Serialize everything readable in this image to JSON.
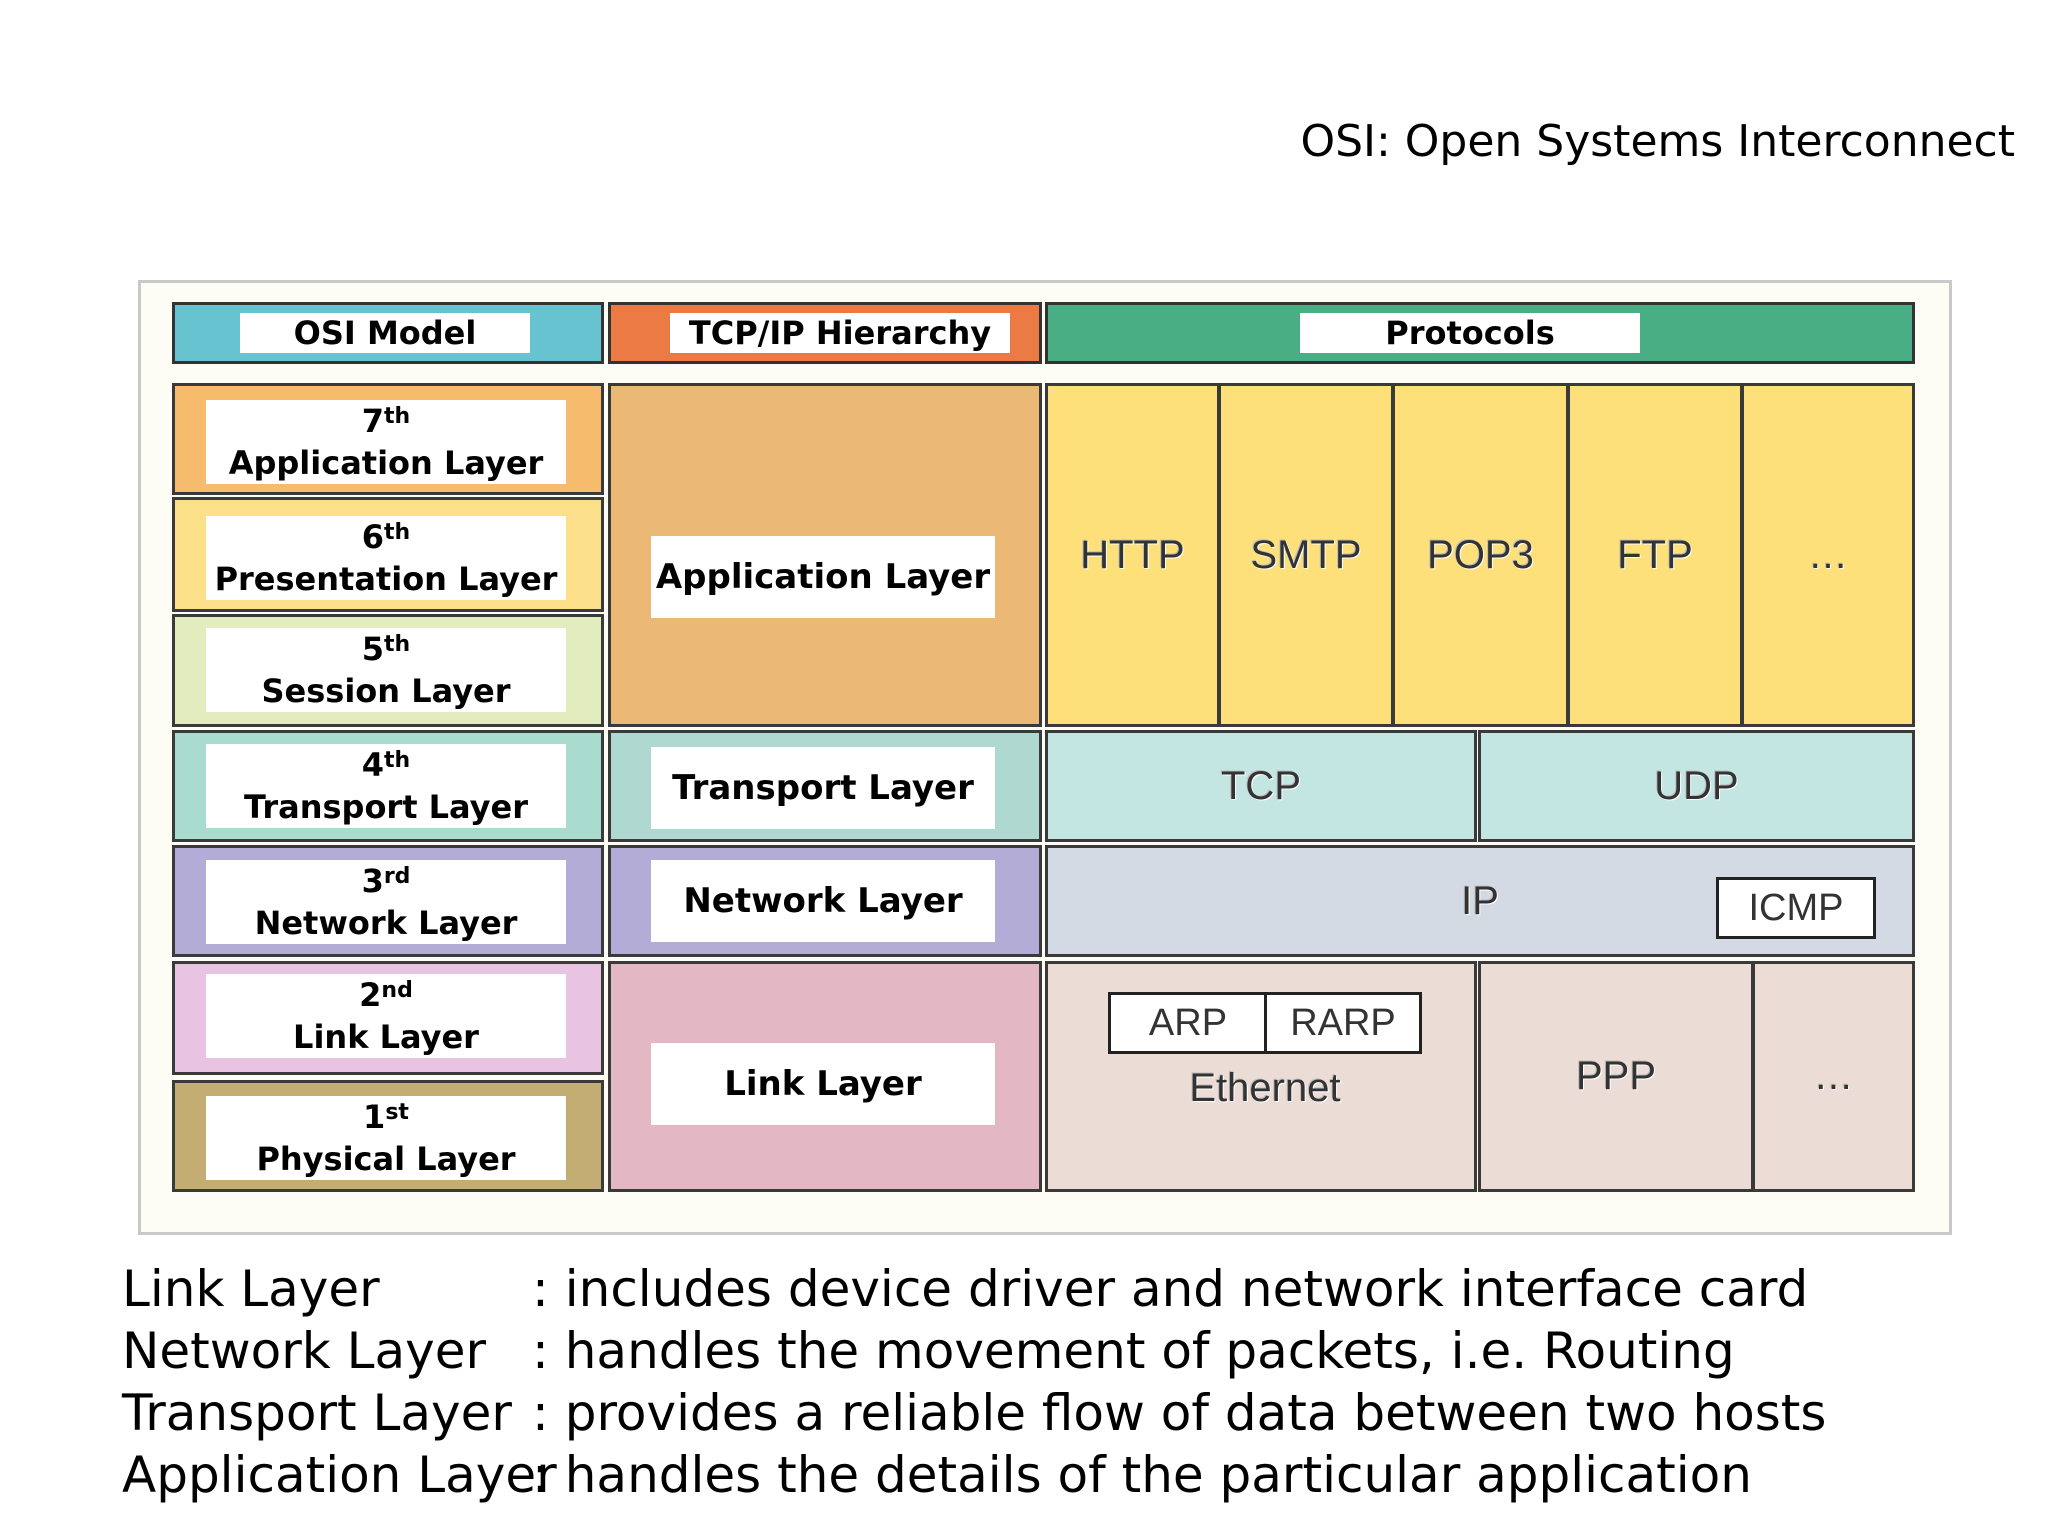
{
  "title": "OSI: Open Systems Interconnect",
  "headers": {
    "osi": "OSI Model",
    "tcpip": "TCP/IP Hierarchy",
    "protocols": "Protocols"
  },
  "osi_layers": [
    {
      "num": "7",
      "suffix": "th",
      "name": "Application Layer"
    },
    {
      "num": "6",
      "suffix": "th",
      "name": "Presentation Layer"
    },
    {
      "num": "5",
      "suffix": "th",
      "name": "Session Layer"
    },
    {
      "num": "4",
      "suffix": "th",
      "name": "Transport Layer"
    },
    {
      "num": "3",
      "suffix": "rd",
      "name": "Network Layer"
    },
    {
      "num": "2",
      "suffix": "nd",
      "name": "Link Layer"
    },
    {
      "num": "1",
      "suffix": "st",
      "name": "Physical Layer"
    }
  ],
  "tcpip_layers": {
    "application": "Application Layer",
    "transport": "Transport Layer",
    "network": "Network Layer",
    "link": "Link Layer"
  },
  "protocols": {
    "application": [
      "HTTP",
      "SMTP",
      "POP3",
      "FTP",
      "…"
    ],
    "transport": [
      "TCP",
      "UDP"
    ],
    "network": {
      "ip": "IP",
      "icmp": "ICMP"
    },
    "link": {
      "arp": "ARP",
      "rarp": "RARP",
      "ethernet": "Ethernet",
      "ppp": "PPP",
      "more": "…"
    }
  },
  "notes": [
    {
      "term": "Link Layer",
      "desc": ": includes device driver and network interface card"
    },
    {
      "term": "Network Layer",
      "desc": ": handles the movement of packets, i.e. Routing"
    },
    {
      "term": "Transport Layer",
      "desc": ": provides a reliable flow of data between two hosts"
    },
    {
      "term": "Application Layer",
      "desc": ": handles the details of the particular application"
    }
  ],
  "colors": {
    "osi_header": "#67c3cf",
    "tcpip_header": "#ec7a44",
    "protocols_header": "#4aae84",
    "application": "#ebb876",
    "application_proto": "#fde07a",
    "transport": "#aed8d0",
    "transport_proto": "#c3e6e3",
    "network": "#b2acd6",
    "network_proto": "#d4dae4",
    "link": "#e3b8c4",
    "link_proto": "#ecdcd6"
  }
}
